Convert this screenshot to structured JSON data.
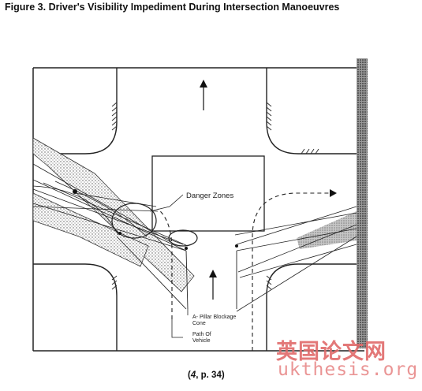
{
  "figure": {
    "title": "Figure 3. Driver's Visibility Impediment During Intersection Manoeuvres",
    "caption_num": "4",
    "caption_rest": ", p. 34)",
    "caption_open": "("
  },
  "labels": {
    "danger_zones": "Danger Zones",
    "pillar_line1": "A- Pillar Blockage",
    "pillar_line2": "Cone",
    "path_line1": "Path Of",
    "path_line2": "Vehicle"
  },
  "watermark": {
    "chinese": "英国论文网",
    "url": "ukthesis.org"
  }
}
